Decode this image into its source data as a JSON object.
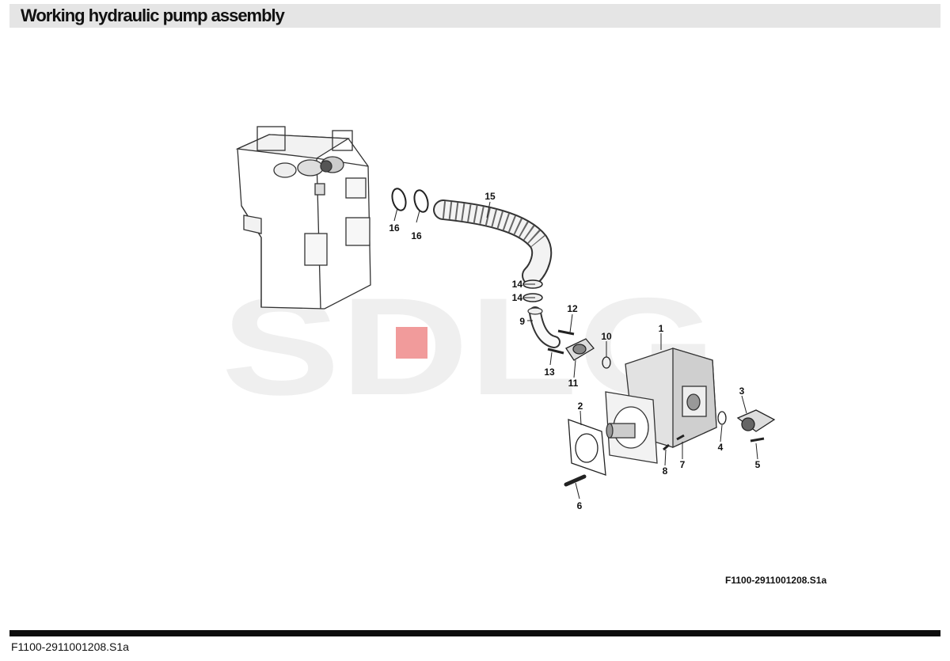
{
  "header": {
    "title": "Working hydraulic pump assembly"
  },
  "diagram": {
    "watermark": {
      "text": "SDLG",
      "color": "#e3e3e3",
      "accent": "#e64a4a"
    },
    "callouts": {
      "c1": "1",
      "c2": "2",
      "c3": "3",
      "c4": "4",
      "c5": "5",
      "c6": "6",
      "c7": "7",
      "c8": "8",
      "c9": "9",
      "c10": "10",
      "c11": "11",
      "c12": "12",
      "c13": "13",
      "c14a": "14",
      "c14b": "14",
      "c15": "15",
      "c16a": "16",
      "c16b": "16"
    },
    "reference": "F1100-2911001208.S1a"
  },
  "footer": {
    "reference": "F1100-2911001208.S1a"
  }
}
